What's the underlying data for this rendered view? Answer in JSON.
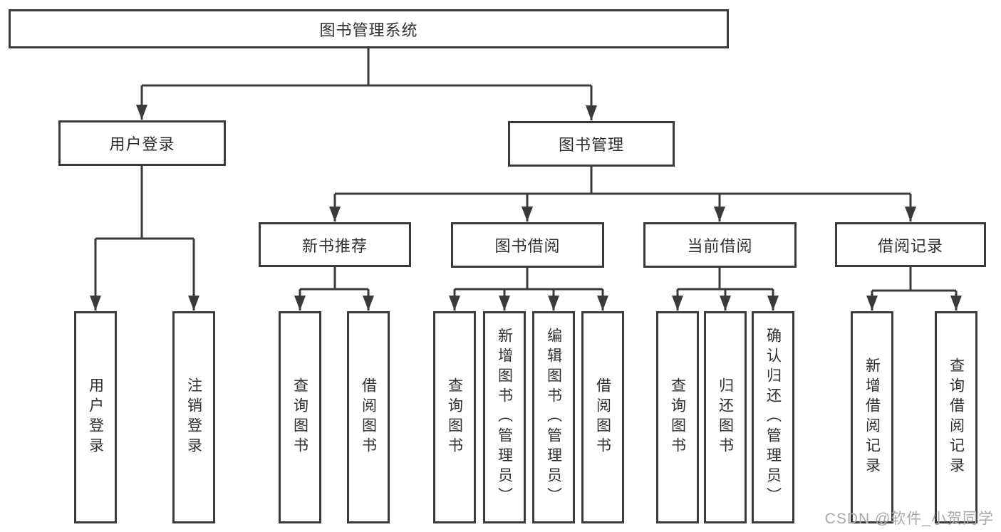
{
  "diagram": {
    "title": "图书管理系统",
    "root": "图书管理系统",
    "children": [
      {
        "label": "用户登录",
        "children": [
          "用户登录",
          "注销登录"
        ]
      },
      {
        "label": "图书管理",
        "children": [
          {
            "label": "新书推荐",
            "children": [
              "查询图书",
              "借阅图书"
            ]
          },
          {
            "label": "图书借阅",
            "children": [
              "查询图书",
              "新增图书（管理员）",
              "编辑图书（管理员）",
              "借阅图书"
            ]
          },
          {
            "label": "当前借阅",
            "children": [
              "查询图书",
              "归还图书",
              "确认归还（管理员）"
            ]
          },
          {
            "label": "借阅记录",
            "children": [
              "新增借阅记录",
              "查询借阅记录"
            ]
          }
        ]
      }
    ]
  },
  "watermark": "CSDN @软件_小贺同学",
  "colors": {
    "line": "#3a3a3a",
    "box_border": "#3a3a3a",
    "text": "#2f2f2f",
    "background": "#ffffff",
    "watermark_text": "#a9a9a9"
  }
}
